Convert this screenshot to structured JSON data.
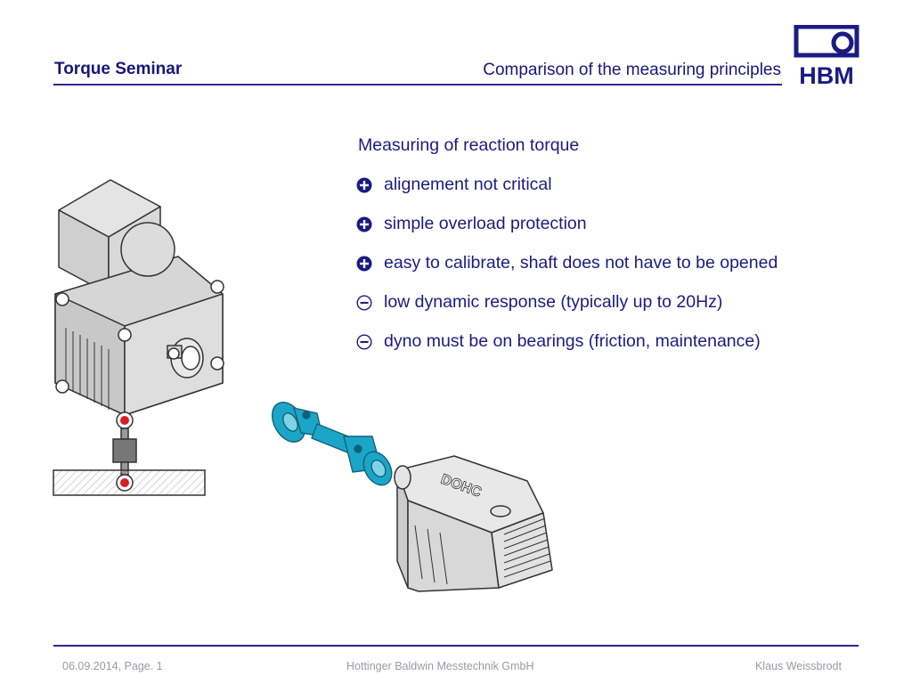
{
  "header": {
    "title": "Torque Seminar",
    "subtitle": "Comparison of the measuring principles",
    "logo_text": "HBM"
  },
  "content": {
    "heading": "Measuring of reaction torque",
    "bullets": [
      {
        "sign": "plus",
        "text": "alignement not critical"
      },
      {
        "sign": "plus",
        "text": "simple overload protection"
      },
      {
        "sign": "plus",
        "text": "easy to calibrate, shaft does not have to be opened"
      },
      {
        "sign": "minus",
        "text": "low dynamic response (typically up to 20Hz)"
      },
      {
        "sign": "minus",
        "text": "dyno must be on bearings (friction, maintenance)"
      }
    ]
  },
  "illustration": {
    "engine_label": "DOHC"
  },
  "footer": {
    "date_page": "06.09.2014, Page. 1",
    "company": "Hottinger Baldwin Messtechnik GmbH",
    "author": "Klaus Weissbrodt"
  },
  "colors": {
    "primary": "#1b1b82",
    "shaft": "#1ba6c8",
    "sensor_red": "#d81f1f",
    "machine_gray": "#dcdcdc"
  }
}
